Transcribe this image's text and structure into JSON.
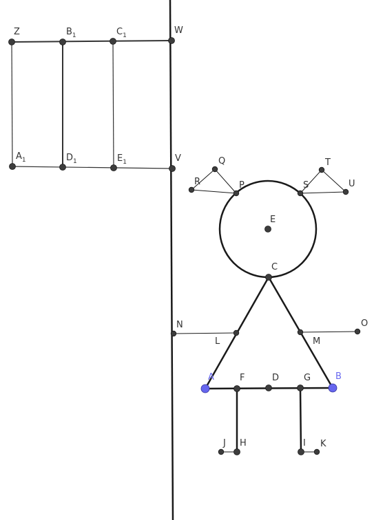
{
  "colors": {
    "stroke": "#1a1a1a",
    "point": "#3d3d3d",
    "point_highlight": "#6666ee",
    "label": "#333333",
    "label_highlight": "#6a6af0"
  },
  "points": {
    "Z": {
      "label": "Z"
    },
    "B1": {
      "label": "B",
      "sub": "1"
    },
    "C1": {
      "label": "C",
      "sub": "1"
    },
    "W": {
      "label": "W"
    },
    "A1": {
      "label": "A",
      "sub": "1"
    },
    "D1": {
      "label": "D",
      "sub": "1"
    },
    "E1": {
      "label": "E",
      "sub": "1"
    },
    "V": {
      "label": "V"
    },
    "Q": {
      "label": "Q"
    },
    "R": {
      "label": "R"
    },
    "P": {
      "label": "P"
    },
    "S": {
      "label": "S"
    },
    "T": {
      "label": "T"
    },
    "U": {
      "label": "U"
    },
    "E": {
      "label": "E"
    },
    "C": {
      "label": "C"
    },
    "N": {
      "label": "N"
    },
    "L": {
      "label": "L"
    },
    "M": {
      "label": "M"
    },
    "O": {
      "label": "O"
    },
    "A": {
      "label": "A"
    },
    "F": {
      "label": "F"
    },
    "D": {
      "label": "D"
    },
    "G": {
      "label": "G"
    },
    "B": {
      "label": "B"
    },
    "J": {
      "label": "J"
    },
    "H": {
      "label": "H"
    },
    "I": {
      "label": "I"
    },
    "K": {
      "label": "K"
    }
  }
}
